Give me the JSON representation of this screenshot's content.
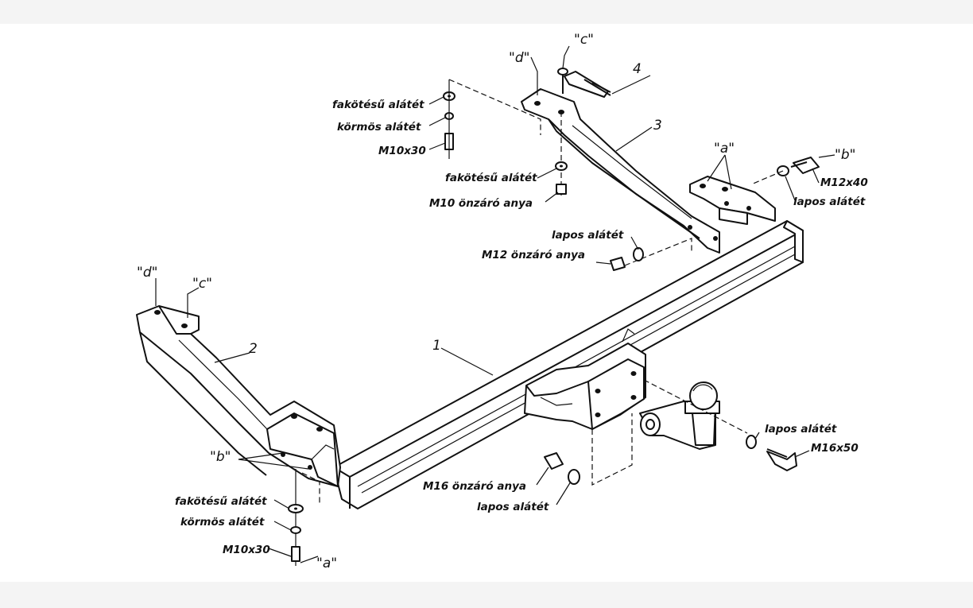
{
  "parts": {
    "p1": "1",
    "p2": "2",
    "p3": "3",
    "p4": "4"
  },
  "markers": {
    "a_top": "\"a\"",
    "b_right": "\"b\"",
    "c_top": "\"c\"",
    "d_top": "\"d\"",
    "d_left": "\"d\"",
    "c_left": "\"c\"",
    "b_left": "\"b\"",
    "a_bottom": "\"a\""
  },
  "labels": {
    "fakotesu_top1": "fakötésű alátét",
    "kormos_top": "körmös alátét",
    "m10x30_top": "M10x30",
    "fakotesu_top2": "fakötésű alátét",
    "m10_nut": "M10 önzáró anya",
    "lapos_mid": "lapos alátét",
    "m12_nut": "M12 önzáró anya",
    "m12x40": "M12x40",
    "lapos_right": "lapos alátét",
    "lapos_ball": "lapos alátét",
    "m16x50": "M16x50",
    "m16_nut": "M16 önzáró anya",
    "lapos_bottom": "lapos alátét",
    "fakotesu_bottom": "fakötésű alátét",
    "kormos_bottom": "körmös alátét",
    "m10x30_bottom": "M10x30"
  }
}
